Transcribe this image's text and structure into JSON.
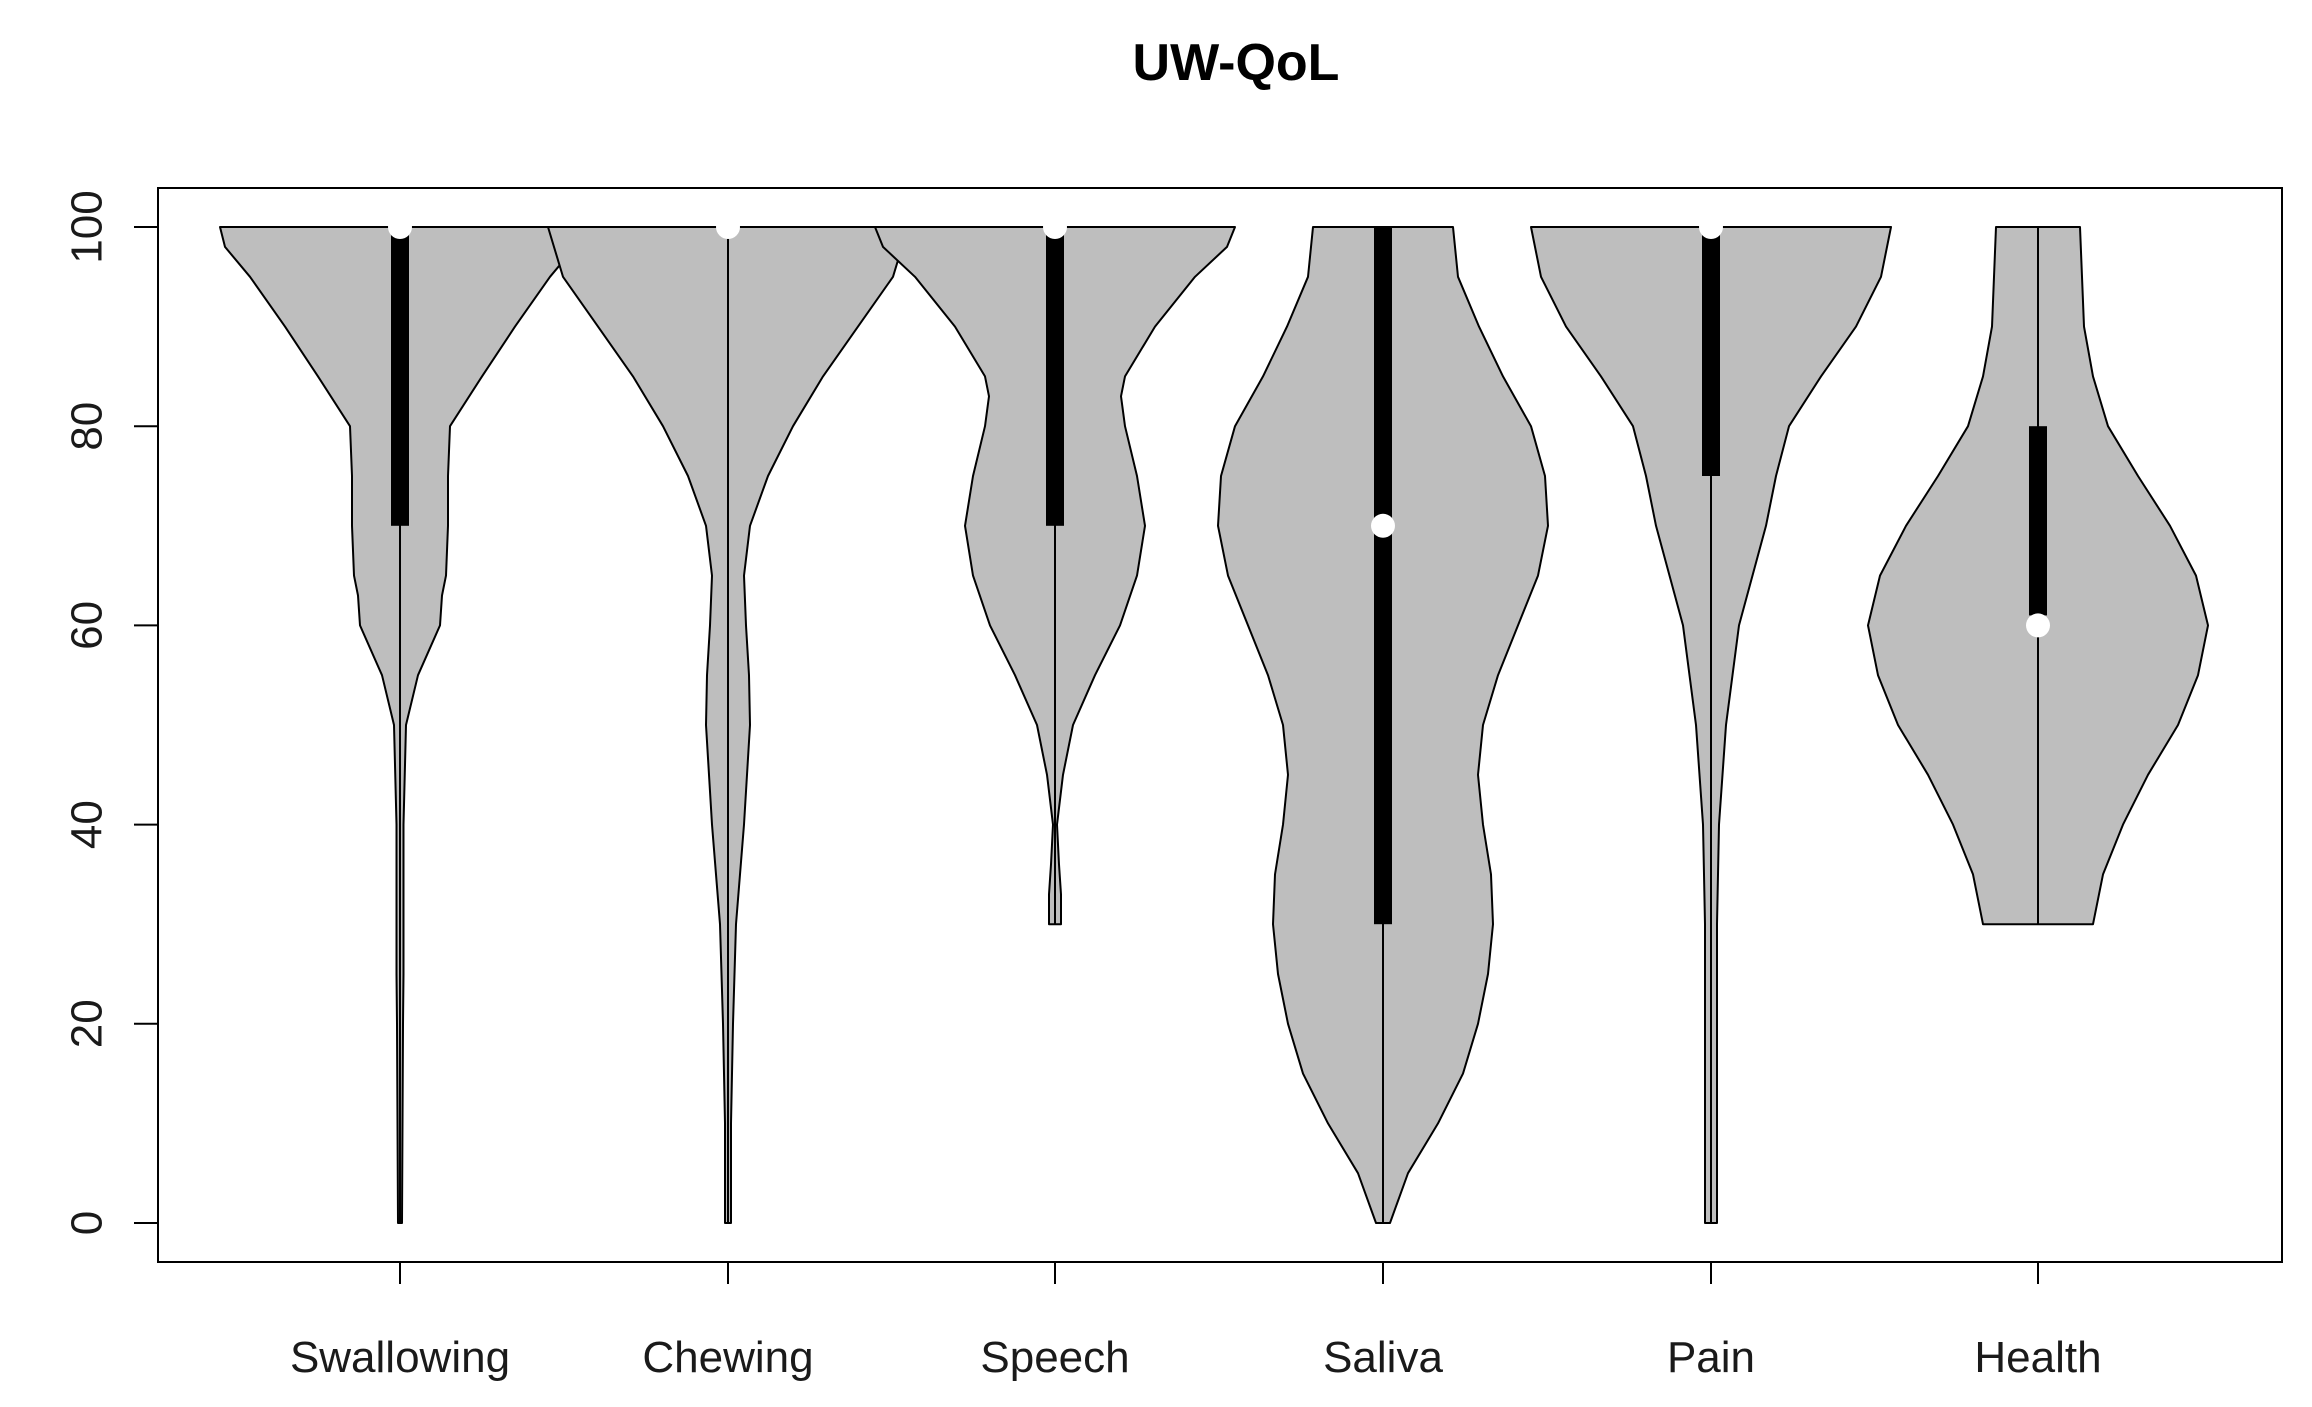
{
  "chart_data": {
    "type": "violin",
    "title": "UW-QoL",
    "xlabel": "",
    "ylabel": "",
    "ylim": [
      -4,
      104
    ],
    "yticks": [
      0,
      20,
      40,
      60,
      80,
      100
    ],
    "ytick_labels": [
      "0",
      "20",
      "40",
      "60",
      "80",
      "100"
    ],
    "grid": false,
    "legend": "none",
    "colors": {
      "violin_fill": "#bebebe",
      "outline": "#000000",
      "box": "#000000",
      "median": "#ffffff"
    },
    "categories": [
      "Swallowing",
      "Chewing",
      "Speech",
      "Saliva",
      "Pain",
      "Health"
    ],
    "series": [
      {
        "category": "Swallowing",
        "min": 0,
        "q1": 70,
        "median": 100,
        "q3": 100,
        "max": 100,
        "density": [
          [
            0,
            2
          ],
          [
            10,
            2.5
          ],
          [
            20,
            3
          ],
          [
            25,
            3.5
          ],
          [
            30,
            3.5
          ],
          [
            40,
            3.5
          ],
          [
            50,
            6
          ],
          [
            55,
            18
          ],
          [
            60,
            40
          ],
          [
            63,
            42
          ],
          [
            65,
            46
          ],
          [
            70,
            48
          ],
          [
            75,
            48
          ],
          [
            80,
            50
          ],
          [
            85,
            82
          ],
          [
            90,
            115
          ],
          [
            95,
            150
          ],
          [
            98,
            175
          ],
          [
            100,
            180
          ]
        ]
      },
      {
        "category": "Chewing",
        "min": 0,
        "q1": 100,
        "median": 100,
        "q3": 100,
        "max": 100,
        "density": [
          [
            0,
            3
          ],
          [
            10,
            3
          ],
          [
            20,
            5
          ],
          [
            30,
            8
          ],
          [
            40,
            16
          ],
          [
            50,
            22
          ],
          [
            55,
            21
          ],
          [
            60,
            18
          ],
          [
            65,
            16
          ],
          [
            70,
            22
          ],
          [
            75,
            40
          ],
          [
            80,
            65
          ],
          [
            85,
            95
          ],
          [
            90,
            130
          ],
          [
            95,
            165
          ],
          [
            100,
            180
          ]
        ]
      },
      {
        "category": "Speech",
        "min": 30,
        "q1": 70,
        "median": 100,
        "q3": 100,
        "max": 100,
        "density": [
          [
            30,
            6
          ],
          [
            33,
            6
          ],
          [
            36,
            4
          ],
          [
            40,
            2
          ],
          [
            45,
            8
          ],
          [
            50,
            18
          ],
          [
            55,
            40
          ],
          [
            60,
            65
          ],
          [
            65,
            82
          ],
          [
            70,
            90
          ],
          [
            75,
            82
          ],
          [
            80,
            70
          ],
          [
            83,
            66
          ],
          [
            85,
            70
          ],
          [
            90,
            100
          ],
          [
            95,
            140
          ],
          [
            98,
            172
          ],
          [
            100,
            180
          ]
        ]
      },
      {
        "category": "Saliva",
        "min": 0,
        "q1": 30,
        "median": 70,
        "q3": 100,
        "max": 100,
        "density": [
          [
            0,
            7
          ],
          [
            5,
            25
          ],
          [
            10,
            55
          ],
          [
            15,
            80
          ],
          [
            20,
            95
          ],
          [
            25,
            105
          ],
          [
            30,
            110
          ],
          [
            35,
            108
          ],
          [
            40,
            100
          ],
          [
            45,
            95
          ],
          [
            50,
            100
          ],
          [
            55,
            115
          ],
          [
            60,
            135
          ],
          [
            65,
            155
          ],
          [
            70,
            165
          ],
          [
            75,
            162
          ],
          [
            80,
            148
          ],
          [
            85,
            120
          ],
          [
            90,
            96
          ],
          [
            95,
            75
          ],
          [
            100,
            70
          ]
        ]
      },
      {
        "category": "Pain",
        "min": 0,
        "q1": 75,
        "median": 100,
        "q3": 100,
        "max": 100,
        "density": [
          [
            0,
            6
          ],
          [
            10,
            6
          ],
          [
            20,
            6
          ],
          [
            30,
            6
          ],
          [
            35,
            7
          ],
          [
            40,
            8
          ],
          [
            50,
            15
          ],
          [
            60,
            28
          ],
          [
            70,
            55
          ],
          [
            75,
            65
          ],
          [
            80,
            78
          ],
          [
            85,
            110
          ],
          [
            90,
            145
          ],
          [
            95,
            170
          ],
          [
            100,
            180
          ]
        ]
      },
      {
        "category": "Health",
        "min": 30,
        "q1": 61,
        "median": 60,
        "q3": 80,
        "max": 100,
        "density": [
          [
            30,
            55
          ],
          [
            35,
            65
          ],
          [
            40,
            85
          ],
          [
            45,
            110
          ],
          [
            50,
            140
          ],
          [
            55,
            160
          ],
          [
            60,
            170
          ],
          [
            65,
            158
          ],
          [
            70,
            132
          ],
          [
            75,
            100
          ],
          [
            80,
            70
          ],
          [
            85,
            55
          ],
          [
            90,
            46
          ],
          [
            95,
            44
          ],
          [
            100,
            42
          ]
        ]
      }
    ]
  }
}
